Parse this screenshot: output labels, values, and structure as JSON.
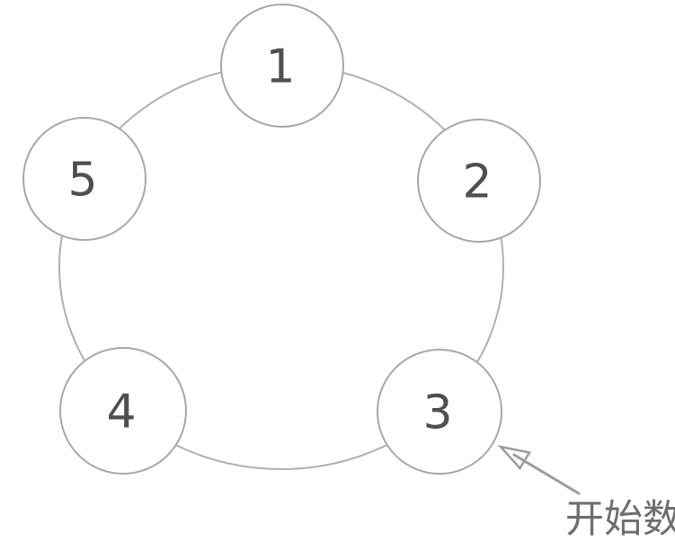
{
  "diagram": {
    "type": "circular-counting-ring",
    "nodes": [
      {
        "label": "1",
        "position": "top"
      },
      {
        "label": "2",
        "position": "upper-right"
      },
      {
        "label": "3",
        "position": "lower-right"
      },
      {
        "label": "4",
        "position": "lower-left"
      },
      {
        "label": "5",
        "position": "upper-left"
      }
    ],
    "annotation": {
      "text": "开始数",
      "points_to_node": "3"
    }
  },
  "colors": {
    "ring": "#b0b0b0",
    "node-stroke": "#a8a8a8",
    "node-fill": "#ffffff",
    "digit": "#4f4f4f",
    "arrow": "#9c9c9c",
    "label": "#6e6e6e",
    "background": "#ffffff"
  }
}
